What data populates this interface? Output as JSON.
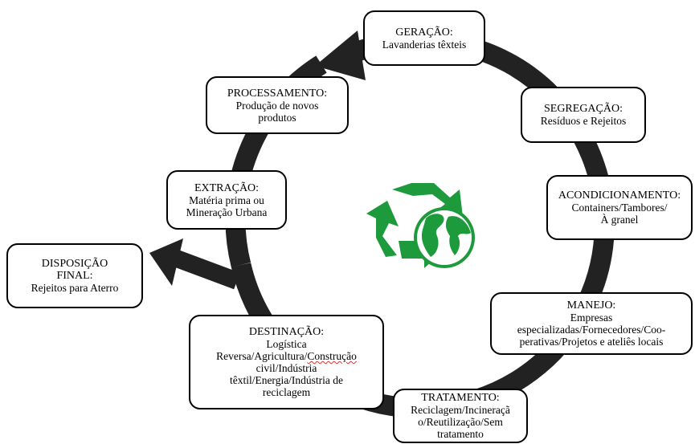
{
  "colors": {
    "ring": "#222222",
    "recycle_green": "#1d9a3b",
    "globe_green": "#1d9a3b"
  },
  "center_icon": "recycle-globe-icon",
  "nodes": {
    "geracao": {
      "title": "GERAÇÃO:",
      "lines": [
        "Lavanderias têxteis"
      ]
    },
    "segregacao": {
      "title": "SEGREGAÇÃO:",
      "lines": [
        "Resíduos e Rejeitos"
      ]
    },
    "acondicionamento": {
      "title": "ACONDICIONAMENTO:",
      "lines": [
        "Containers/Tambores/",
        "À granel"
      ]
    },
    "manejo": {
      "title": "MANEJO:",
      "lines": [
        "Empresas",
        "especializadas/Fornecedores/Coo-",
        "perativas/Projetos e ateliês locais"
      ]
    },
    "tratamento": {
      "title": "TRATAMENTO:",
      "lines": [
        "Reciclagem/Incineraçã",
        "o/Reutilização/Sem",
        "tratamento"
      ]
    },
    "destinacao": {
      "title": "DESTINAÇÃO:",
      "lines": [
        "Logística",
        "Reversa/Agricultura/",
        "Construção",
        "civil/Indústria",
        "têxtil/Energia/Indústria de",
        "reciclagem"
      ]
    },
    "disposicao": {
      "title_lines": [
        "DISPOSIÇÃO",
        "FINAL:"
      ],
      "lines": [
        "Rejeitos para Aterro"
      ]
    },
    "extracao": {
      "title": "EXTRAÇÃO:",
      "lines": [
        "Matéria prima ou",
        "Mineração Urbana"
      ]
    },
    "processamento": {
      "title": "PROCESSAMENTO:",
      "lines": [
        "Produção de novos",
        "produtos"
      ]
    }
  }
}
